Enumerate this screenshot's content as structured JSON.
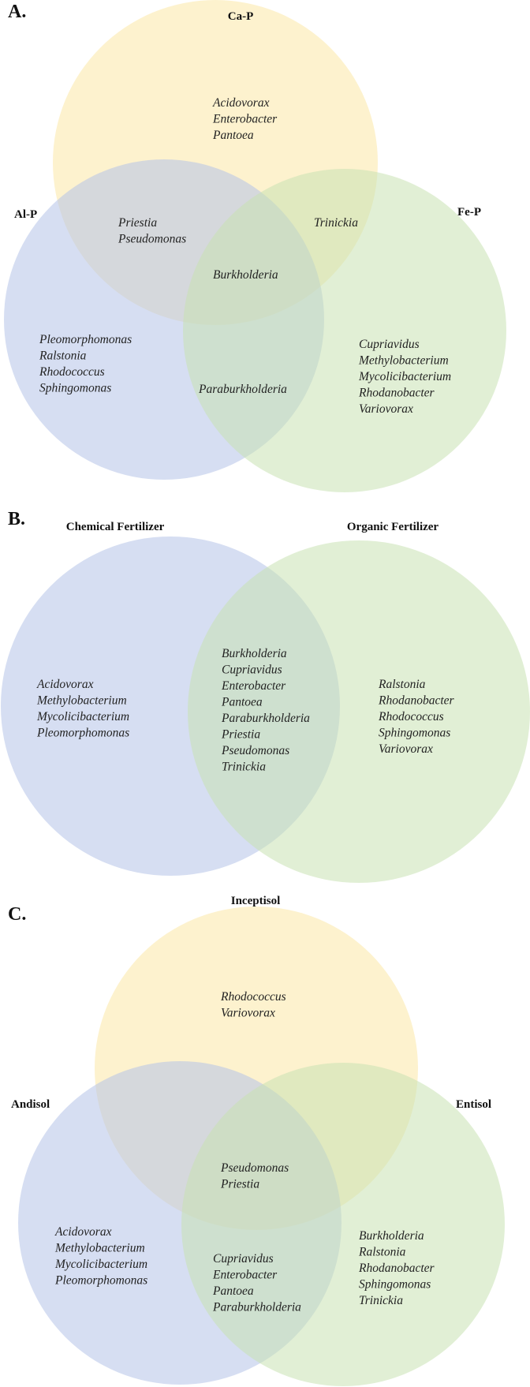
{
  "colors": {
    "yellow": "#fce7a6",
    "blue": "#b4c3e8",
    "green": "#c9e2b3"
  },
  "panelA": {
    "letter": "A.",
    "labels": {
      "top": "Ca-P",
      "left": "Al-P",
      "right": "Fe-P"
    },
    "regions": {
      "ca_only": [
        "Acidovorax",
        "Enterobacter",
        "Pantoea"
      ],
      "ca_al": [
        "Priestia",
        "Pseudomonas"
      ],
      "ca_fe": [
        "Trinickia"
      ],
      "all": [
        "Burkholderia"
      ],
      "al_only": [
        "Pleomorphomonas",
        "Ralstonia",
        "Rhodococcus",
        "Sphingomonas"
      ],
      "al_fe": [
        "Paraburkholderia"
      ],
      "fe_only": [
        "Cupriavidus",
        "Methylobacterium",
        "Mycolicibacterium",
        "Rhodanobacter",
        "Variovorax"
      ]
    }
  },
  "panelB": {
    "letter": "B.",
    "labels": {
      "left": "Chemical Fertilizer",
      "right": "Organic Fertilizer"
    },
    "regions": {
      "left_only": [
        "Acidovorax",
        "Methylobacterium",
        "Mycolicibacterium",
        "Pleomorphomonas"
      ],
      "both": [
        "Burkholderia",
        "Cupriavidus",
        "Enterobacter",
        "Pantoea",
        "Paraburkholderia",
        "Priestia",
        "Pseudomonas",
        "Trinickia"
      ],
      "right_only": [
        "Ralstonia",
        "Rhodanobacter",
        "Rhodococcus",
        "Sphingomonas",
        "Variovorax"
      ]
    }
  },
  "panelC": {
    "letter": "C.",
    "labels": {
      "top": "Inceptisol",
      "left": "Andisol",
      "right": "Entisol"
    },
    "regions": {
      "top_only": [
        "Rhodococcus",
        "Variovorax"
      ],
      "all": [
        "Pseudomonas",
        "Priestia"
      ],
      "left_only": [
        "Acidovorax",
        "Methylobacterium",
        "Mycolicibacterium",
        "Pleomorphomonas"
      ],
      "left_right": [
        "Cupriavidus",
        "Enterobacter",
        "Pantoea",
        "Paraburkholderia"
      ],
      "right_only": [
        "Burkholderia",
        "Ralstonia",
        "Rhodanobacter",
        "Sphingomonas",
        "Trinickia"
      ]
    }
  }
}
